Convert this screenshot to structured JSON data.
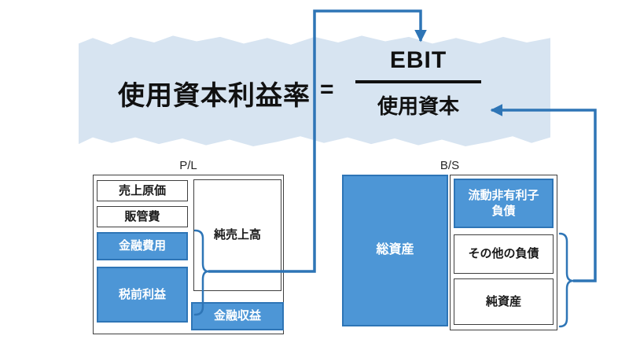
{
  "colors": {
    "banner_bg": "#D7E4F1",
    "box_blue_fill": "#4D96D6",
    "box_blue_border": "#2E75B6",
    "connector_blue": "#2E75B6",
    "box_border_dark": "#3F3F3F",
    "text_dark": "#111111"
  },
  "formula": {
    "lhs": "使用資本利益率",
    "equals": "=",
    "numerator": "EBIT",
    "denominator": "使用資本"
  },
  "pl": {
    "label": "P/L",
    "cogs": "売上原価",
    "sga": "販管費",
    "finance_cost": "金融費用",
    "pretax_income": "税前利益",
    "net_sales": "純売上高",
    "finance_income": "金融収益"
  },
  "bs": {
    "label": "B/S",
    "total_assets": "総資産",
    "current_non_interest_liabilities": "流動非有利子\n負債",
    "other_liabilities": "その他の負債",
    "net_assets": "純資産"
  }
}
